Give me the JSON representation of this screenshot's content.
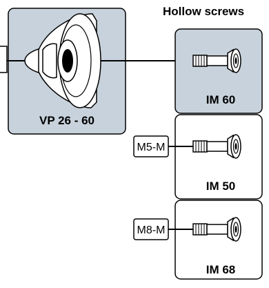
{
  "header": {
    "title": "Hollow screws"
  },
  "cup": {
    "label": "VP 26 - 60"
  },
  "screws": [
    {
      "label": "IM 60",
      "thread": ""
    },
    {
      "label": "IM 50",
      "thread": "M5-M"
    },
    {
      "label": "IM 68",
      "thread": "M8-M"
    }
  ],
  "colors": {
    "panel": "#c8d2dc",
    "card": "#ffffff",
    "stroke": "#000000"
  }
}
